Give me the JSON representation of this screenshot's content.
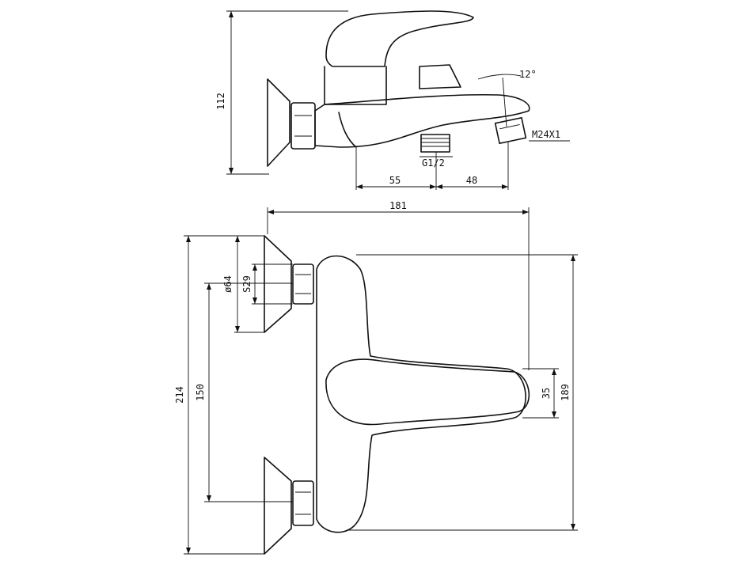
{
  "side_view": {
    "height": "112",
    "angle": "12°",
    "thread": "M24X1",
    "inlet": "G1/2",
    "left_offset": "55",
    "right_offset": "48"
  },
  "top_view": {
    "overall_width": "181",
    "rosette_diameter": "ø64",
    "nut_size": "S29",
    "total_height": "214",
    "center_distance": "150",
    "body_depth": "189",
    "spout_width": "35"
  }
}
